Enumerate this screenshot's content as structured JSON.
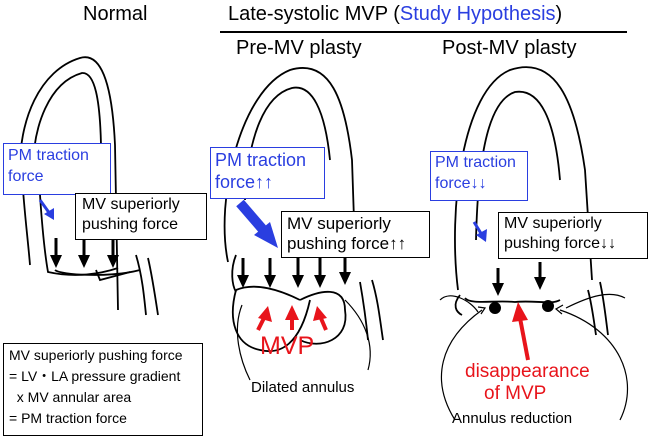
{
  "column_titles": {
    "normal": "Normal",
    "mvp_main": "Late-systolic MVP (",
    "mvp_hypothesis": "Study Hypothesis",
    "mvp_close": ")",
    "pre": "Pre-MV plasty",
    "post": "Post-MV plasty"
  },
  "normal": {
    "pm_label_1": "PM traction",
    "pm_label_2": "force",
    "mv_label_1": "MV superiorly",
    "mv_label_2": "pushing force"
  },
  "pre": {
    "pm_label_1": "PM traction",
    "pm_label_2": "force↑↑",
    "mv_label_1": "MV superiorly",
    "mv_label_2": "pushing force↑↑",
    "mvp": "MVP",
    "annulus": "Dilated annulus"
  },
  "post": {
    "pm_label_1": "PM traction",
    "pm_label_2": "force↓↓",
    "mv_label_1": "MV superiorly",
    "mv_label_2": "pushing force↓↓",
    "disappear_1": "disappearance",
    "disappear_2": "of MVP",
    "annulus": "Annulus reduction"
  },
  "legend": {
    "line1": "MV superiorly pushing force",
    "line2": "= LV・LA pressure gradient",
    "line3": "  x MV annular area",
    "line4": "= PM traction force"
  },
  "colors": {
    "blue": "#2a3ee0",
    "red": "#e8141b",
    "line": "#000000"
  }
}
